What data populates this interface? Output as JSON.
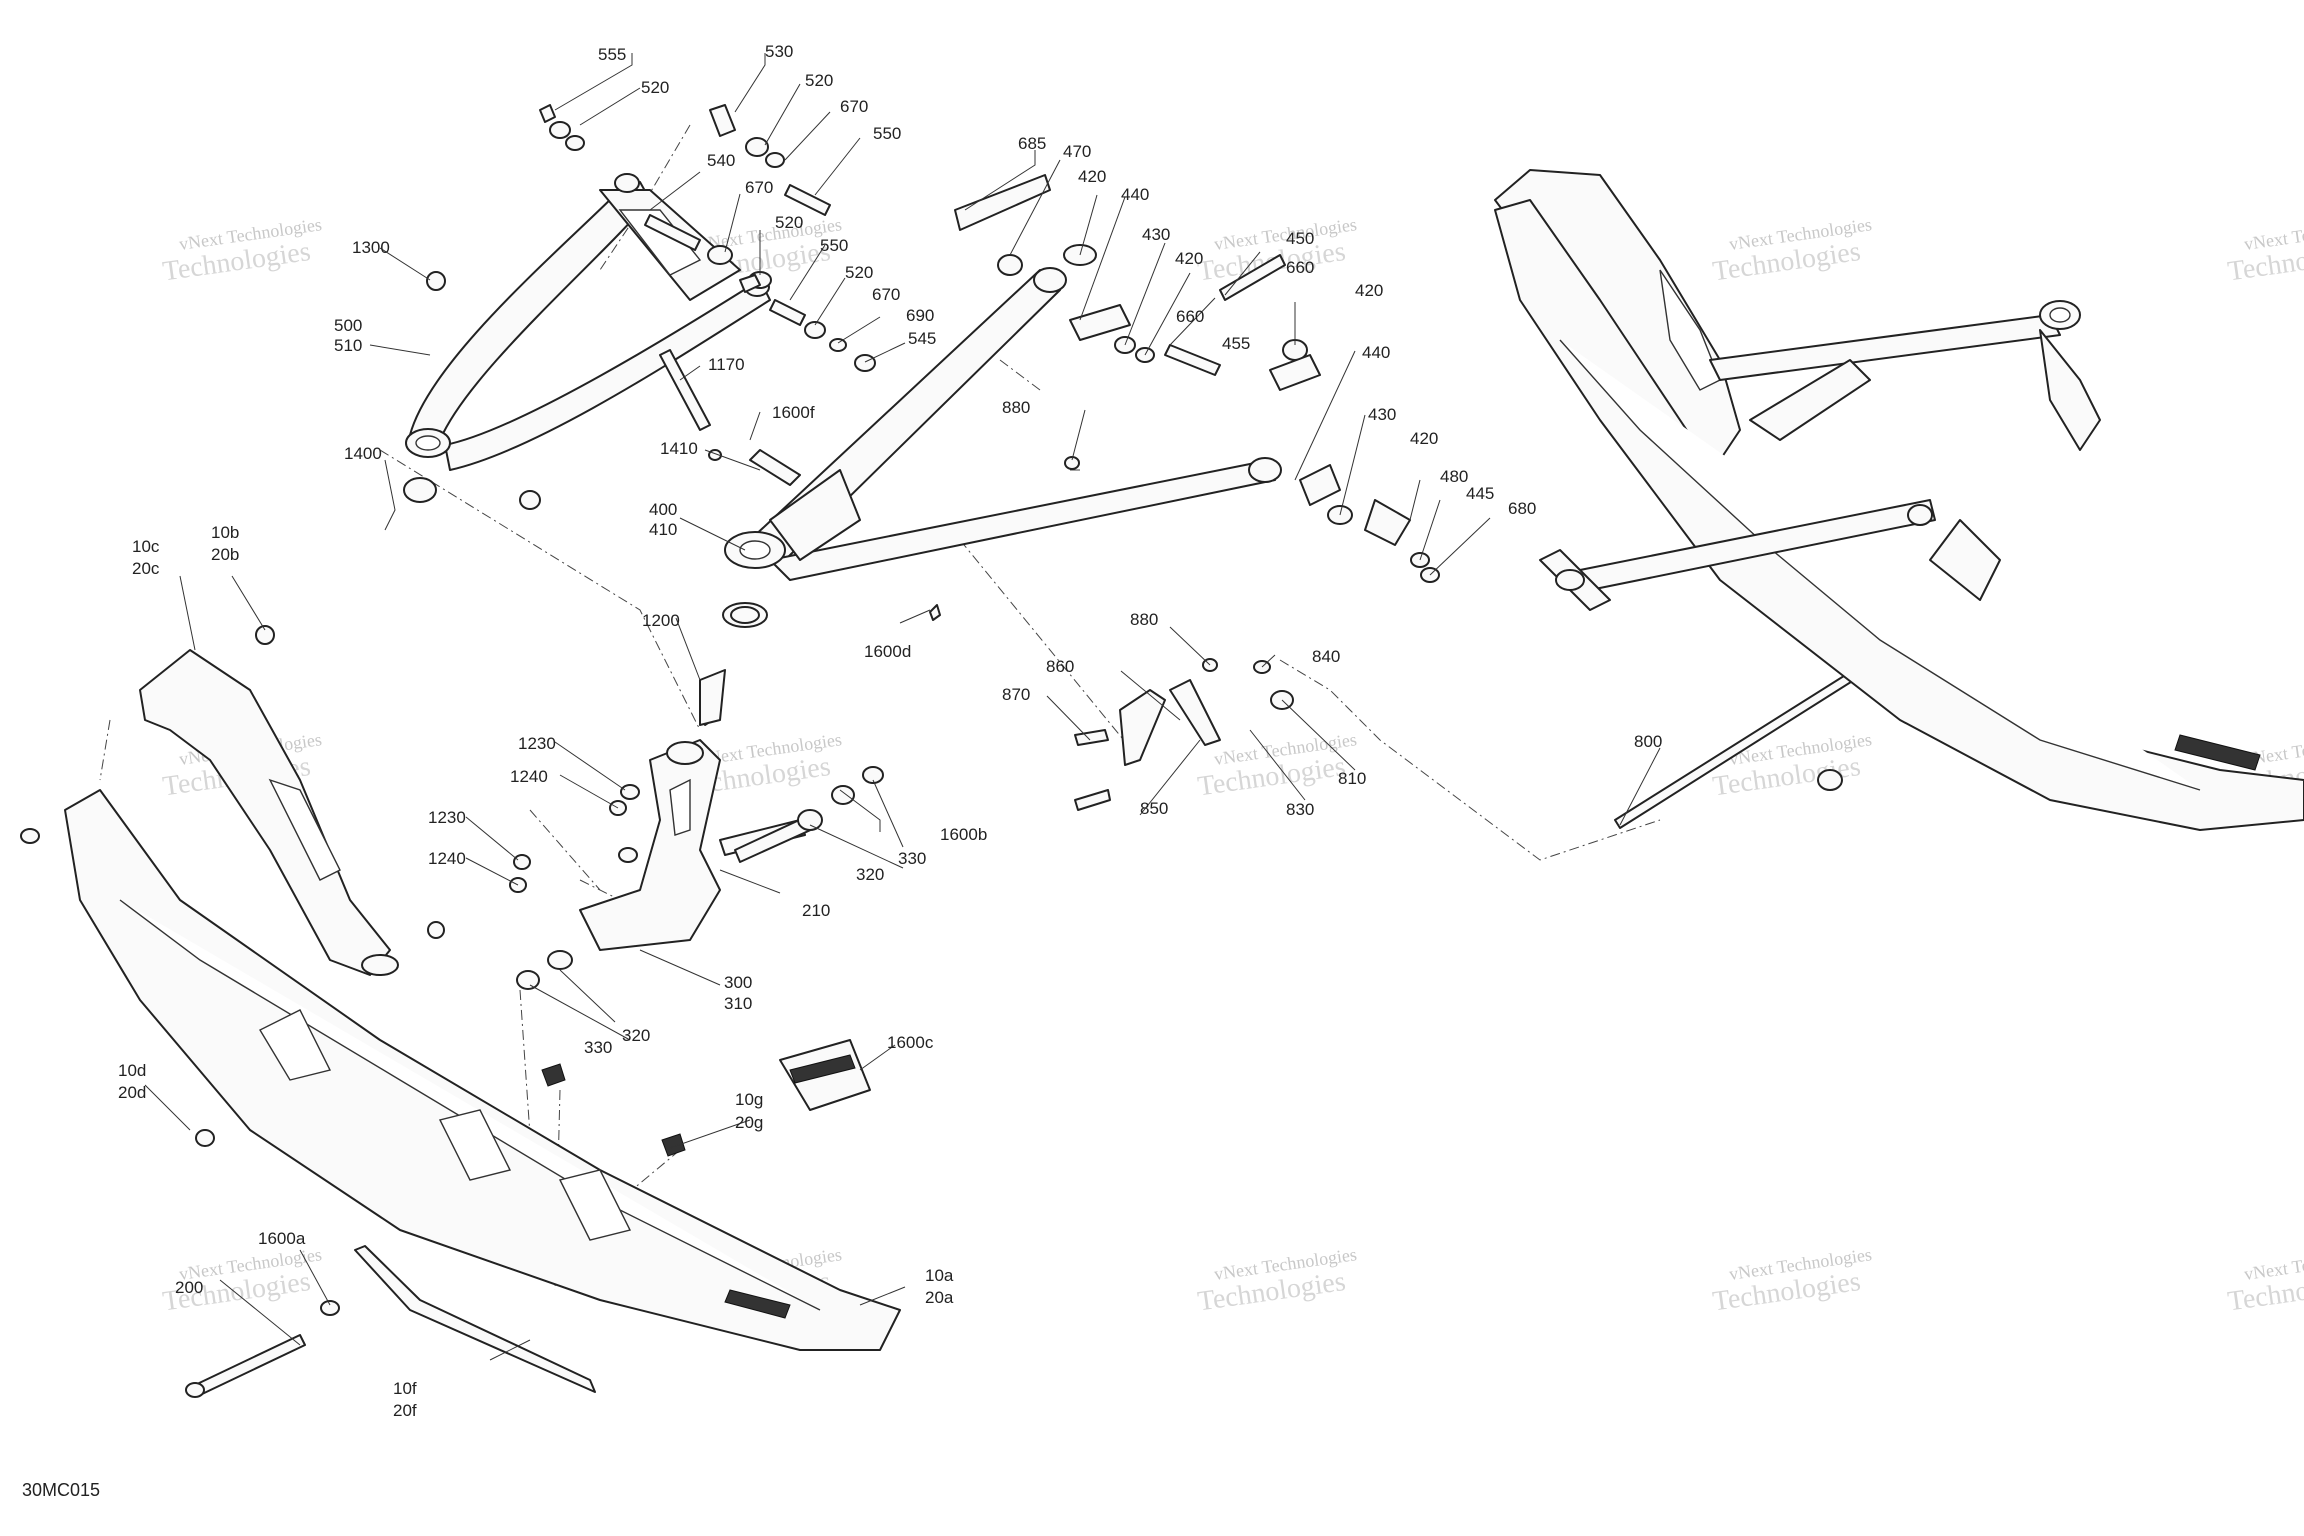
{
  "drawing_ref": "30MC015",
  "watermark": {
    "line1": "vNext Technologies",
    "line2": "Technologies"
  },
  "callouts": [
    {
      "id": "c555",
      "text": "555"
    },
    {
      "id": "c530",
      "text": "530"
    },
    {
      "id": "c520a",
      "text": "520"
    },
    {
      "id": "c520b",
      "text": "520"
    },
    {
      "id": "c670a",
      "text": "670"
    },
    {
      "id": "c550",
      "text": "550"
    },
    {
      "id": "c540",
      "text": "540"
    },
    {
      "id": "c670b",
      "text": "670"
    },
    {
      "id": "c520c",
      "text": "520"
    },
    {
      "id": "c550b",
      "text": "550"
    },
    {
      "id": "c520d",
      "text": "520"
    },
    {
      "id": "c670c",
      "text": "670"
    },
    {
      "id": "c690",
      "text": "690"
    },
    {
      "id": "c545",
      "text": "545"
    },
    {
      "id": "c1300",
      "text": "1300"
    },
    {
      "id": "c500",
      "text": "500"
    },
    {
      "id": "c510",
      "text": "510"
    },
    {
      "id": "c1400",
      "text": "1400"
    },
    {
      "id": "c1170",
      "text": "1170"
    },
    {
      "id": "c1600f",
      "text": "1600f"
    },
    {
      "id": "c1410",
      "text": "1410"
    },
    {
      "id": "c400",
      "text": "400"
    },
    {
      "id": "c410",
      "text": "410"
    },
    {
      "id": "c1200",
      "text": "1200"
    },
    {
      "id": "c1600d",
      "text": "1600d"
    },
    {
      "id": "c685",
      "text": "685"
    },
    {
      "id": "c470",
      "text": "470"
    },
    {
      "id": "c420a",
      "text": "420"
    },
    {
      "id": "c440a",
      "text": "440"
    },
    {
      "id": "c430a",
      "text": "430"
    },
    {
      "id": "c450",
      "text": "450"
    },
    {
      "id": "c420b",
      "text": "420"
    },
    {
      "id": "c660a",
      "text": "660"
    },
    {
      "id": "c420c",
      "text": "420"
    },
    {
      "id": "c660b",
      "text": "660"
    },
    {
      "id": "c455",
      "text": "455"
    },
    {
      "id": "c440b",
      "text": "440"
    },
    {
      "id": "c880a",
      "text": "880"
    },
    {
      "id": "c430b",
      "text": "430"
    },
    {
      "id": "c420d",
      "text": "420"
    },
    {
      "id": "c480",
      "text": "480"
    },
    {
      "id": "c445",
      "text": "445"
    },
    {
      "id": "c680",
      "text": "680"
    },
    {
      "id": "c880b",
      "text": "880"
    },
    {
      "id": "c840",
      "text": "840"
    },
    {
      "id": "c860",
      "text": "860"
    },
    {
      "id": "c870",
      "text": "870"
    },
    {
      "id": "c810",
      "text": "810"
    },
    {
      "id": "c850",
      "text": "850"
    },
    {
      "id": "c830",
      "text": "830"
    },
    {
      "id": "c800",
      "text": "800"
    },
    {
      "id": "c10c",
      "text": "10c"
    },
    {
      "id": "c20c",
      "text": "20c"
    },
    {
      "id": "c10b",
      "text": "10b"
    },
    {
      "id": "c20b",
      "text": "20b"
    },
    {
      "id": "c1230a",
      "text": "1230"
    },
    {
      "id": "c1240a",
      "text": "1240"
    },
    {
      "id": "c1230b",
      "text": "1230"
    },
    {
      "id": "c1240b",
      "text": "1240"
    },
    {
      "id": "c1600b",
      "text": "1600b"
    },
    {
      "id": "c330a",
      "text": "330"
    },
    {
      "id": "c320a",
      "text": "320"
    },
    {
      "id": "c210",
      "text": "210"
    },
    {
      "id": "c300",
      "text": "300"
    },
    {
      "id": "c310",
      "text": "310"
    },
    {
      "id": "c330b",
      "text": "330"
    },
    {
      "id": "c320b",
      "text": "320"
    },
    {
      "id": "c1600c",
      "text": "1600c"
    },
    {
      "id": "c10d",
      "text": "10d"
    },
    {
      "id": "c20d",
      "text": "20d"
    },
    {
      "id": "c10g",
      "text": "10g"
    },
    {
      "id": "c20g",
      "text": "20g"
    },
    {
      "id": "c1600a",
      "text": "1600a"
    },
    {
      "id": "c200",
      "text": "200"
    },
    {
      "id": "c10a",
      "text": "10a"
    },
    {
      "id": "c20a",
      "text": "20a"
    },
    {
      "id": "c10f",
      "text": "10f"
    },
    {
      "id": "c20f",
      "text": "20f"
    }
  ]
}
